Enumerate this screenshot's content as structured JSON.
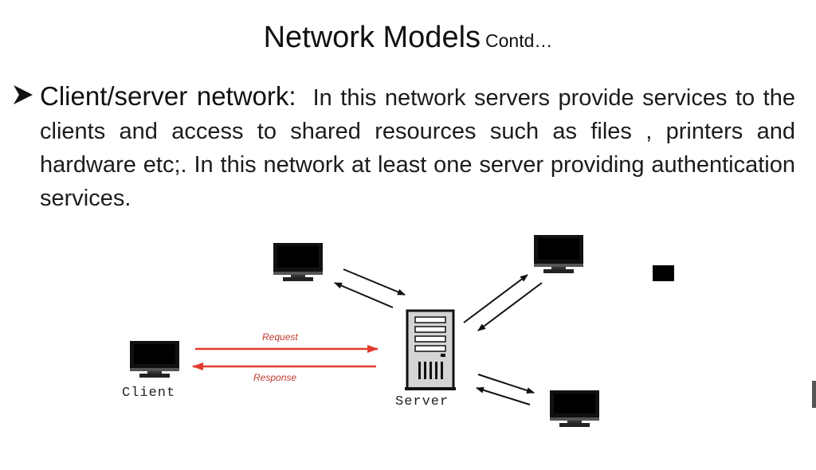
{
  "slide": {
    "title": "Network Models",
    "title_suffix": "Contd…"
  },
  "bullet": {
    "lead": "Client/server network:",
    "text": "In this network servers provide services to the clients and access to shared resources such as files , printers and hardware etc;. In this network at least one server providing authentication services."
  },
  "diagram": {
    "client_label": "Client",
    "server_label": "Server",
    "request_label": "Request",
    "response_label": "Response",
    "colors": {
      "request_arrow": "#e23b2e",
      "response_arrow": "#e23b2e",
      "device": "#1a1a1a"
    },
    "icons": [
      "monitor-icon",
      "server-tower-icon",
      "arrow-icon"
    ]
  }
}
